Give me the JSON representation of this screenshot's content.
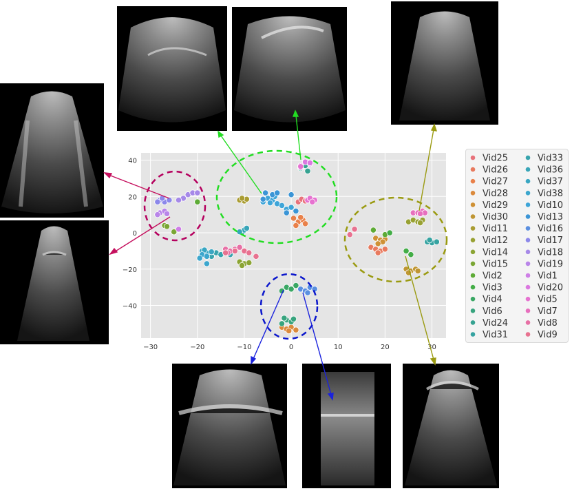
{
  "chart_data": {
    "type": "scatter",
    "title": "",
    "xlabel": "",
    "ylabel": "",
    "xlim": [
      -32,
      33
    ],
    "ylim": [
      -58,
      44
    ],
    "xticks": [
      -30,
      -20,
      -10,
      0,
      10,
      20,
      30
    ],
    "yticks": [
      40,
      20,
      0,
      -20,
      -40
    ],
    "grid": true,
    "background": "#e5e5e5",
    "legend_position": "right",
    "series": [
      {
        "name": "Vid25",
        "color": "#e8727b",
        "points": [
          [
            1.5,
            17
          ],
          [
            2.2,
            18.5
          ],
          [
            3,
            17.5
          ]
        ]
      },
      {
        "name": "Vid26",
        "color": "#e87a5e",
        "points": [
          [
            17,
            -8
          ],
          [
            18,
            -9
          ],
          [
            19,
            -10
          ],
          [
            20,
            -9
          ],
          [
            18.5,
            -11
          ]
        ]
      },
      {
        "name": "Vid27",
        "color": "#e9814a",
        "points": [
          [
            0.5,
            8
          ],
          [
            1.5,
            6
          ],
          [
            2.5,
            7
          ],
          [
            3,
            5
          ],
          [
            1,
            4
          ],
          [
            2,
            8.5
          ]
        ]
      },
      {
        "name": "Vid28",
        "color": "#db8a3c",
        "points": [
          [
            -2,
            -52
          ],
          [
            -1,
            -53
          ],
          [
            0,
            -52
          ],
          [
            1,
            -53.5
          ],
          [
            -0.5,
            -54
          ]
        ]
      },
      {
        "name": "Vid29",
        "color": "#cf9135",
        "points": [
          [
            18,
            -3
          ],
          [
            19,
            -4
          ],
          [
            20,
            -3.5
          ],
          [
            19.5,
            -5
          ],
          [
            18.5,
            -6
          ]
        ]
      },
      {
        "name": "Vid30",
        "color": "#bf9633",
        "points": [
          [
            24.5,
            -20
          ],
          [
            25.5,
            -21
          ],
          [
            26.5,
            -20
          ],
          [
            25,
            -22
          ],
          [
            27,
            -21
          ]
        ]
      },
      {
        "name": "Vid11",
        "color": "#a99c32",
        "points": [
          [
            -11,
            18
          ],
          [
            -10,
            17.5
          ],
          [
            -9.5,
            18.5
          ],
          [
            -10.5,
            19
          ]
        ]
      },
      {
        "name": "Vid12",
        "color": "#98a133",
        "points": [
          [
            25,
            6
          ],
          [
            26,
            7
          ],
          [
            27,
            6
          ],
          [
            28,
            7
          ],
          [
            27.5,
            5.5
          ]
        ]
      },
      {
        "name": "Vid14",
        "color": "#8ba434",
        "points": [
          [
            -11,
            -16
          ],
          [
            -10,
            -17
          ],
          [
            -9,
            -16.5
          ],
          [
            -10.5,
            -18
          ]
        ]
      },
      {
        "name": "Vid15",
        "color": "#7aa634",
        "points": [
          [
            -27,
            4
          ],
          [
            -26.5,
            3.5
          ],
          [
            -25,
            0.5
          ]
        ]
      },
      {
        "name": "Vid2",
        "color": "#5eab36",
        "points": [
          [
            -20,
            17
          ],
          [
            17.5,
            1.5
          ],
          [
            20,
            -1
          ]
        ]
      },
      {
        "name": "Vid3",
        "color": "#43ad47",
        "points": [
          [
            24.5,
            -10
          ],
          [
            25.5,
            -12
          ],
          [
            21,
            0
          ]
        ]
      },
      {
        "name": "Vid4",
        "color": "#3aa764",
        "points": [
          [
            -2,
            -32
          ],
          [
            -1,
            -30
          ],
          [
            0,
            -31
          ],
          [
            1,
            -29
          ]
        ]
      },
      {
        "name": "Vid6",
        "color": "#38a47e",
        "points": [
          [
            -1,
            -48
          ],
          [
            0,
            -49
          ],
          [
            -2,
            -50
          ],
          [
            0.5,
            -47.5
          ],
          [
            -1.5,
            -47
          ]
        ]
      },
      {
        "name": "Vid24",
        "color": "#36a291",
        "points": [
          [
            2,
            35.5
          ],
          [
            3,
            37
          ],
          [
            3.5,
            34
          ]
        ]
      },
      {
        "name": "Vid31",
        "color": "#36a3a1",
        "points": [
          [
            29,
            -5
          ],
          [
            30,
            -5.5
          ],
          [
            29.5,
            -4
          ],
          [
            31,
            -5
          ]
        ]
      },
      {
        "name": "Vid33",
        "color": "#37a4ad",
        "points": [
          [
            -16,
            -11
          ],
          [
            -15,
            -12
          ],
          [
            -14,
            -11
          ],
          [
            -13,
            -12
          ],
          [
            -17,
            -13
          ]
        ]
      },
      {
        "name": "Vid36",
        "color": "#38a5b8",
        "points": [
          [
            -10.5,
            0
          ],
          [
            -10,
            1.5
          ],
          [
            -9.5,
            2.5
          ],
          [
            -11,
            0.5
          ]
        ]
      },
      {
        "name": "Vid37",
        "color": "#39a6c2",
        "points": [
          [
            -19,
            -10
          ],
          [
            -18,
            -11
          ],
          [
            -17,
            -10.5
          ],
          [
            -18.5,
            -9.5
          ]
        ]
      },
      {
        "name": "Vid38",
        "color": "#3ca6cd",
        "points": [
          [
            -19,
            -12
          ],
          [
            -18,
            -13
          ],
          [
            -19.5,
            -14
          ],
          [
            -18,
            -17
          ]
        ]
      },
      {
        "name": "Vid10",
        "color": "#3ea5d8",
        "points": [
          [
            -6,
            17
          ],
          [
            -5,
            19
          ],
          [
            -4,
            18
          ],
          [
            -3,
            16
          ],
          [
            -2,
            15
          ],
          [
            -1,
            13
          ],
          [
            0,
            14
          ],
          [
            -4.5,
            16.5
          ],
          [
            -3.5,
            20
          ]
        ]
      },
      {
        "name": "Vid13",
        "color": "#3b95d6",
        "points": [
          [
            -5.5,
            22
          ],
          [
            -4,
            21
          ],
          [
            -3,
            22
          ],
          [
            -6,
            18.5
          ],
          [
            0,
            21
          ],
          [
            -1,
            11
          ],
          [
            1,
            12
          ]
        ]
      },
      {
        "name": "Vid16",
        "color": "#5a8fe0",
        "points": [
          [
            2,
            -31
          ],
          [
            3,
            -32
          ],
          [
            4,
            -30
          ],
          [
            3.5,
            -33
          ],
          [
            5,
            -31
          ]
        ]
      },
      {
        "name": "Vid17",
        "color": "#8c88ea",
        "points": [
          [
            -28,
            18
          ],
          [
            -27,
            17
          ],
          [
            -26,
            18
          ],
          [
            -27.5,
            19
          ],
          [
            -28.5,
            17
          ]
        ]
      },
      {
        "name": "Vid18",
        "color": "#a689e8",
        "points": [
          [
            -23,
            19
          ],
          [
            -22,
            21
          ],
          [
            -21,
            22
          ],
          [
            -20,
            22
          ],
          [
            -24,
            18
          ]
        ]
      },
      {
        "name": "Vid19",
        "color": "#b985e9",
        "points": [
          [
            -28,
            11
          ],
          [
            -27,
            12
          ],
          [
            -28.5,
            10
          ],
          [
            -26.5,
            10.5
          ]
        ]
      },
      {
        "name": "Vid1",
        "color": "#ce7fe6",
        "points": [
          [
            -24,
            2
          ],
          [
            2,
            36
          ],
          [
            4,
            38
          ]
        ]
      },
      {
        "name": "Vid20",
        "color": "#db78e0",
        "points": [
          [
            3,
            39
          ],
          [
            4,
            38.5
          ],
          [
            2,
            37
          ]
        ]
      },
      {
        "name": "Vid5",
        "color": "#e672d0",
        "points": [
          [
            3.5,
            18
          ],
          [
            4,
            19
          ],
          [
            5,
            18
          ],
          [
            4.5,
            17
          ],
          [
            2,
            36.5
          ]
        ]
      },
      {
        "name": "Vid7",
        "color": "#e76fbd",
        "points": [
          [
            26,
            11
          ],
          [
            27,
            11
          ],
          [
            28,
            12
          ],
          [
            28.5,
            11
          ],
          [
            27.5,
            10.5
          ]
        ]
      },
      {
        "name": "Vid8",
        "color": "#e770a5",
        "points": [
          [
            -14,
            -9
          ],
          [
            -13,
            -10
          ],
          [
            -12,
            -9
          ],
          [
            -11,
            -8
          ],
          [
            -13.5,
            -11
          ]
        ]
      },
      {
        "name": "Vid9",
        "color": "#e87290",
        "points": [
          [
            -14,
            -11
          ],
          [
            -12,
            -10
          ],
          [
            -10,
            -10
          ],
          [
            -9,
            -11
          ],
          [
            -7.5,
            -13
          ],
          [
            13.5,
            2
          ],
          [
            12.5,
            -1
          ]
        ]
      }
    ]
  },
  "annotations": {
    "ellipse_colors": [
      "#b5005e",
      "#22dd22",
      "#0a16cc",
      "#9a9a10"
    ],
    "arrow_colors": [
      "#c5105e",
      "#22dd22",
      "#1a22dd",
      "#9a9a10"
    ],
    "image_panel_icon": "ultrasound-frame"
  }
}
